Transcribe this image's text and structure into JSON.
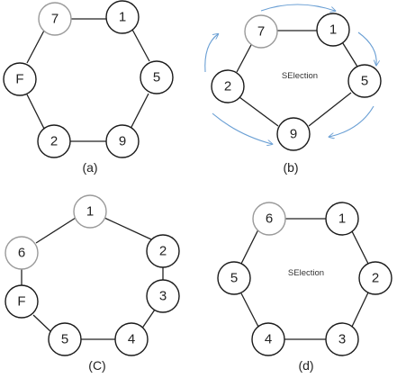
{
  "colors": {
    "node_dark": "#1a1a1a",
    "node_light": "#9a9a9a",
    "arrow": "#6a9fd4"
  },
  "diagrams": {
    "a": {
      "caption": "(a)",
      "nodes": [
        {
          "id": "a7",
          "label": "7",
          "light": true
        },
        {
          "id": "a1",
          "label": "1",
          "light": false
        },
        {
          "id": "a5",
          "label": "5",
          "light": false
        },
        {
          "id": "a9",
          "label": "9",
          "light": false
        },
        {
          "id": "a2",
          "label": "2",
          "light": false
        },
        {
          "id": "aF",
          "label": "F",
          "light": false
        }
      ]
    },
    "b": {
      "caption": "(b)",
      "center_text": "SElection",
      "nodes": [
        {
          "id": "b7",
          "label": "7",
          "light": true
        },
        {
          "id": "b1",
          "label": "1",
          "light": false
        },
        {
          "id": "b5",
          "label": "5",
          "light": false
        },
        {
          "id": "b9",
          "label": "9",
          "light": false
        },
        {
          "id": "b2",
          "label": "2",
          "light": false
        }
      ]
    },
    "c": {
      "caption": "(C)",
      "nodes": [
        {
          "id": "c1",
          "label": "1",
          "light": true
        },
        {
          "id": "c2",
          "label": "2",
          "light": false
        },
        {
          "id": "c3",
          "label": "3",
          "light": false
        },
        {
          "id": "c4",
          "label": "4",
          "light": false
        },
        {
          "id": "c5",
          "label": "5",
          "light": false
        },
        {
          "id": "cF",
          "label": "F",
          "light": false
        },
        {
          "id": "c6",
          "label": "6",
          "light": true
        }
      ]
    },
    "d": {
      "caption": "(d)",
      "center_text": "SElection",
      "nodes": [
        {
          "id": "d6",
          "label": "6",
          "light": true
        },
        {
          "id": "d1",
          "label": "1",
          "light": false
        },
        {
          "id": "d2",
          "label": "2",
          "light": false
        },
        {
          "id": "d3",
          "label": "3",
          "light": false
        },
        {
          "id": "d4",
          "label": "4",
          "light": false
        },
        {
          "id": "d5",
          "label": "5",
          "light": false
        }
      ]
    }
  }
}
